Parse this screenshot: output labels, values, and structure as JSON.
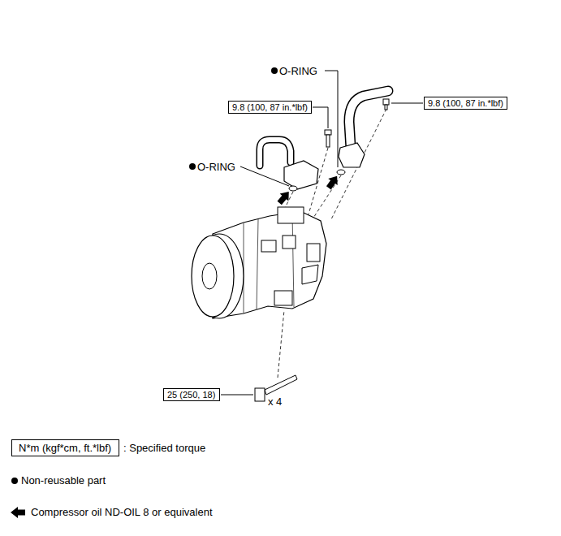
{
  "diagram": {
    "nodes": [
      {
        "text": [
          "9.8 (100, 87 in.*lbf)"
        ]
      },
      {
        "text": [
          "9.8 (100, 87 in.*lbf)"
        ]
      },
      {
        "text": [
          "25 (250, 18)"
        ]
      },
      {
        "text": [
          "N*m (kgf*cm, ft.*lbf)"
        ]
      }
    ],
    "labels": [
      "O-RING",
      "O-RING",
      "x 4"
    ],
    "legend": [
      {
        "text": ": Specified torque"
      },
      {
        "text": "Non-reusable part"
      },
      {
        "text": "Compressor oil ND-OIL 8 or equivalent"
      }
    ]
  }
}
